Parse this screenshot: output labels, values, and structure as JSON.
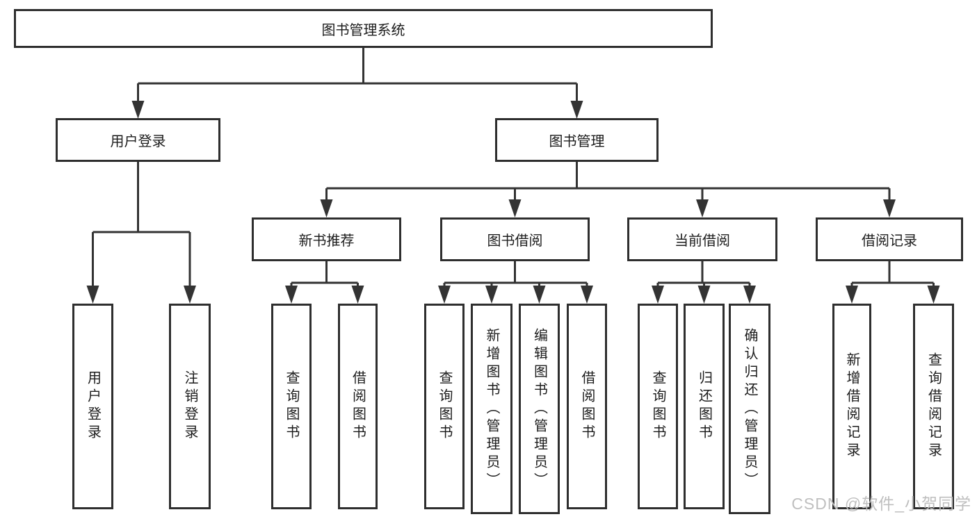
{
  "watermark": "CSDN @软件_小贺同学",
  "colors": {
    "line": "#333333",
    "box_border": "#2e2e2e",
    "text": "#1c1c1c",
    "background": "#ffffff",
    "watermark": "#bfbfbf"
  },
  "tree": {
    "label": "图书管理系统",
    "children": [
      {
        "label": "用户登录",
        "children": [
          {
            "label": "用户登录"
          },
          {
            "label": "注销登录"
          }
        ]
      },
      {
        "label": "图书管理",
        "children": [
          {
            "label": "新书推荐",
            "children": [
              {
                "label": "查询图书"
              },
              {
                "label": "借阅图书"
              }
            ]
          },
          {
            "label": "图书借阅",
            "children": [
              {
                "label": "查询图书"
              },
              {
                "label": "新增图书（管理员）"
              },
              {
                "label": "编辑图书（管理员）"
              },
              {
                "label": "借阅图书"
              }
            ]
          },
          {
            "label": "当前借阅",
            "children": [
              {
                "label": "查询图书"
              },
              {
                "label": "归还图书"
              },
              {
                "label": "确认归还（管理员）"
              }
            ]
          },
          {
            "label": "借阅记录",
            "children": [
              {
                "label": "新增借阅记录"
              },
              {
                "label": "查询借阅记录"
              }
            ]
          }
        ]
      }
    ]
  }
}
